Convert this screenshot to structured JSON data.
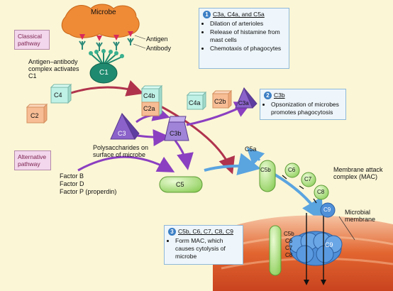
{
  "microbe": {
    "label": "Microbe",
    "antigen": "Antigen",
    "antibody": "Antibody"
  },
  "classical": {
    "label": "Classical pathway",
    "complex_label": "Antigen–antibody complex activates C1",
    "c1": "C1"
  },
  "alternative": {
    "label": "Alternative pathway",
    "factors": [
      "Factor B",
      "Factor D",
      "Factor P (properdin)"
    ],
    "polysaccharides": "Polysaccharides on surface of microbe"
  },
  "components": {
    "c4": "C4",
    "c2": "C2",
    "c4b": "C4b",
    "c2a": "C2a",
    "c4a": "C4a",
    "c2b": "C2b",
    "c3a": "C3a",
    "c3": "C3",
    "c3b": "C3b",
    "c5": "C5",
    "c5a": "C5a",
    "c5b": "C5b",
    "c6": "C6",
    "c7": "C7",
    "c8": "C8",
    "c9": "C9"
  },
  "box1": {
    "number": "1",
    "title": "C3a, C4a, and C5a",
    "items": [
      "Dilation of arterioles",
      "Release of histamine from mast cells",
      "Chemotaxis of phagocytes"
    ]
  },
  "box2": {
    "number": "2",
    "title": "C3b",
    "items": [
      "Opsonization of microbes promotes phagocytosis"
    ]
  },
  "box3": {
    "number": "3",
    "title": "C5b, C6, C7, C8, C9",
    "items": [
      "Form MAC, which causes cytolysis of microbe"
    ]
  },
  "mac_label": "Membrane attack complex (MAC)",
  "membrane_label": "Microbial membrane",
  "mac_stack": [
    "C5b",
    "C6",
    "C7",
    "C8"
  ],
  "mac_c9": "C9",
  "colors": {
    "background": "#fbf6d6",
    "microbe": "#ef8a36",
    "antibody": "#2e8b7a",
    "c1": "#1f8a6f",
    "arrow_red": "#b0334d",
    "arrow_purple": "#8b3fc1",
    "arrow_blue": "#5aa4e0",
    "membrane": "#e2652f"
  }
}
